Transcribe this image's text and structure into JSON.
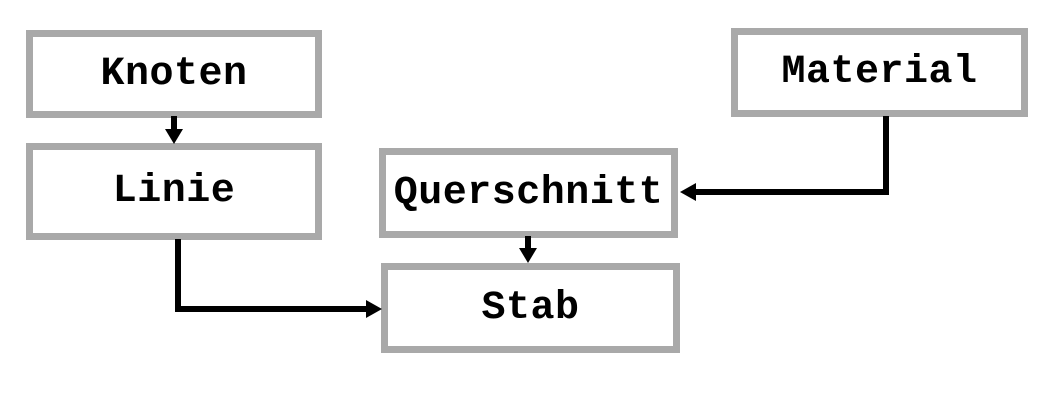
{
  "diagram": {
    "title": "",
    "nodes": {
      "knoten": {
        "label": "Knoten"
      },
      "linie": {
        "label": "Linie"
      },
      "querschnitt": {
        "label": "Querschnitt"
      },
      "stab": {
        "label": "Stab"
      },
      "material": {
        "label": "Material"
      }
    },
    "edges": [
      {
        "from": "Knoten",
        "to": "Linie",
        "shape": "straight-down"
      },
      {
        "from": "Linie",
        "to": "Stab",
        "shape": "elbow-down-right"
      },
      {
        "from": "Querschnitt",
        "to": "Stab",
        "shape": "straight-down"
      },
      {
        "from": "Material",
        "to": "Querschnitt",
        "shape": "elbow-down-left"
      }
    ],
    "colors": {
      "box_border": "#a9a9a9",
      "box_fill": "#ffffff",
      "text": "#000000",
      "arrow": "#000000",
      "background": "#ffffff"
    }
  }
}
